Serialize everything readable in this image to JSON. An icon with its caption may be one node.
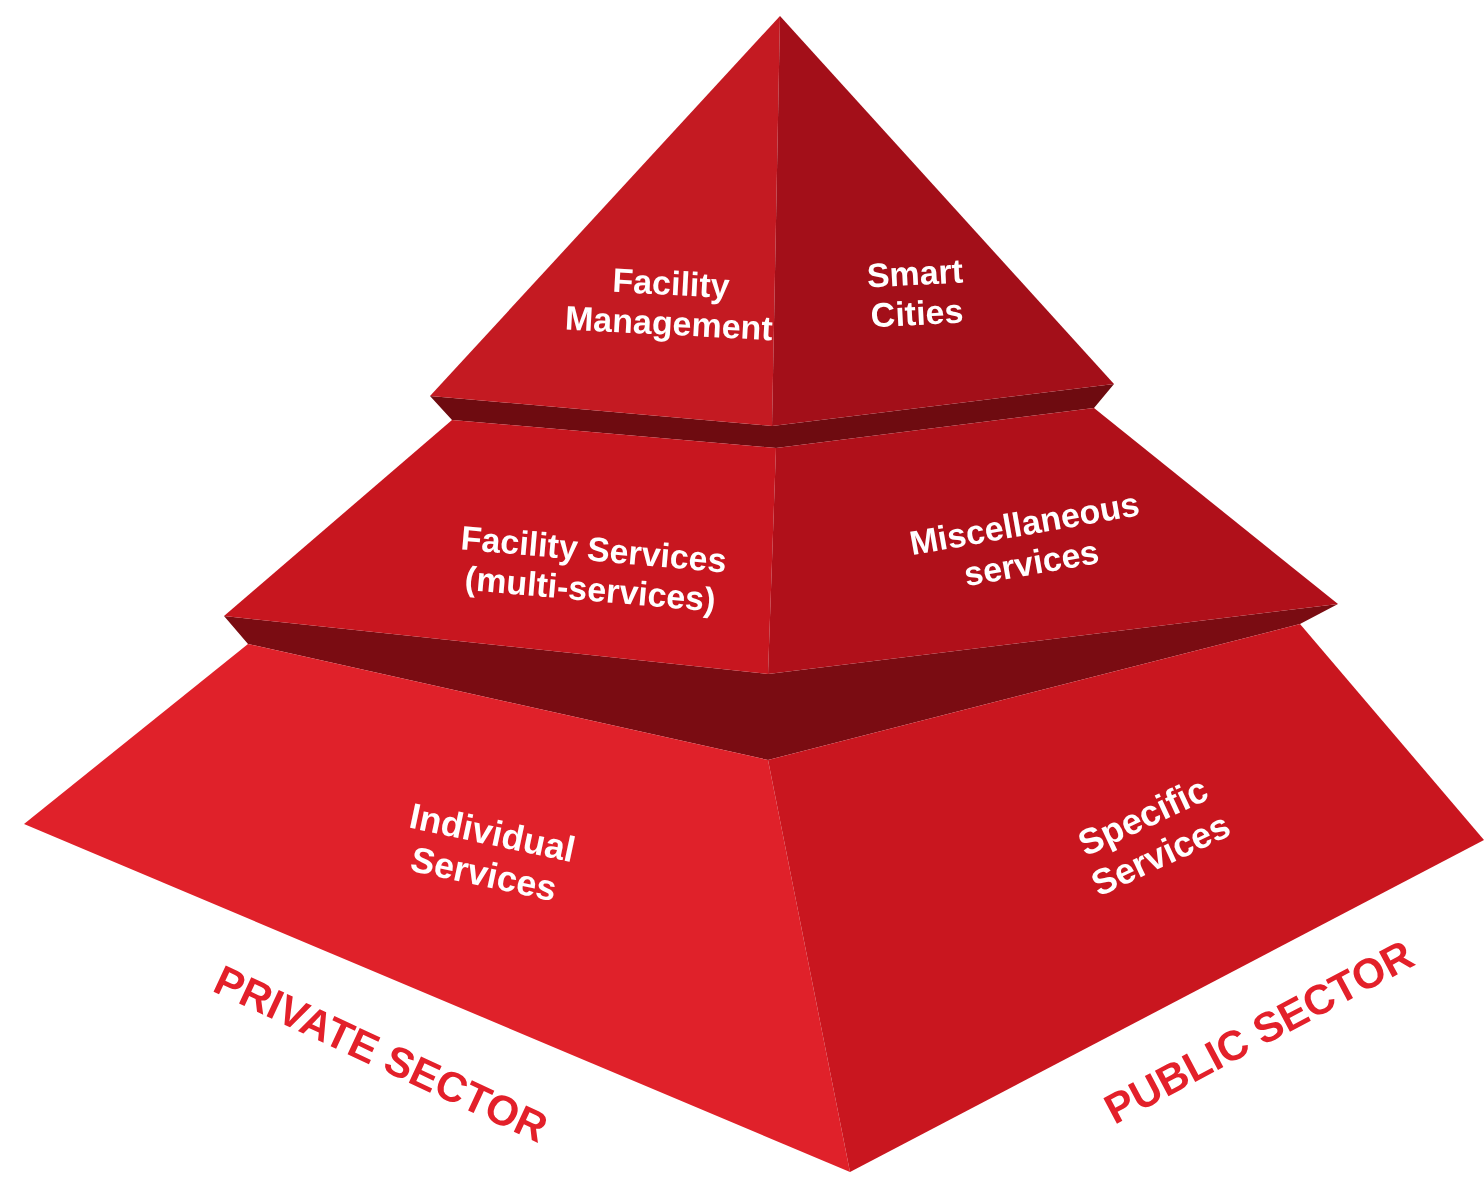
{
  "diagram": {
    "nodes": [
      {
        "text": [
          "Facility Management"
        ]
      },
      {
        "text": [
          "Smart Cities"
        ]
      },
      {
        "text": [
          "Facility Services (multi-services)"
        ]
      },
      {
        "text": [
          "Miscellaneous services"
        ]
      },
      {
        "text": [
          "Individual Services"
        ]
      },
      {
        "text": [
          "Specific Services"
        ]
      }
    ],
    "labels": [
      "PRIVATE SECTOR",
      "PUBLIC SECTOR"
    ]
  }
}
